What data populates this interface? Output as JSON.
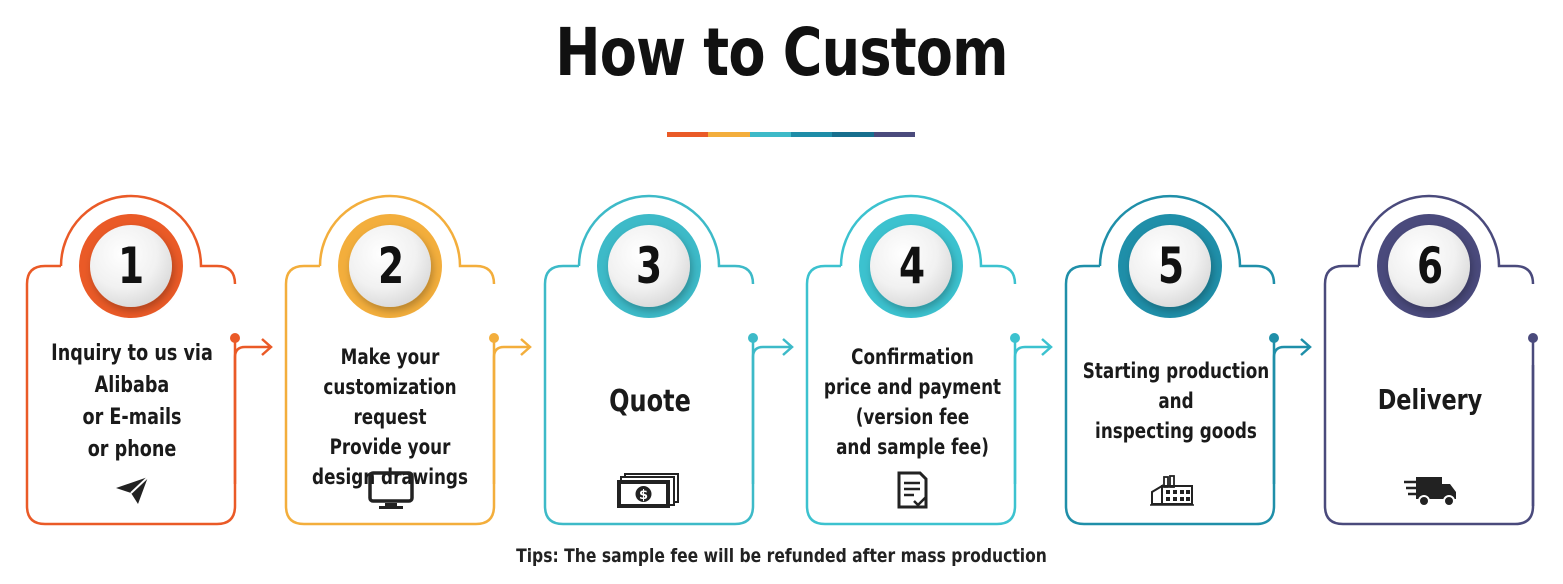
{
  "title": "How to Custom",
  "underline_colors": [
    "#ea5a27",
    "#f3ae3c",
    "#3dbac8",
    "#1e8da8",
    "#176f8e",
    "#4a4a7c"
  ],
  "steps": [
    {
      "number": "1",
      "text": "Inquiry to us via\nAlibaba\nor E-mails\nor phone",
      "color": "#ea5a27",
      "icon": "paper-plane-icon"
    },
    {
      "number": "2",
      "text": "Make your\ncustomization request\nProvide your\ndesign drawings",
      "color": "#f3ae3c",
      "icon": "monitor-icon"
    },
    {
      "number": "3",
      "text": "Quote",
      "color": "#3dbac8",
      "icon": "money-icon"
    },
    {
      "number": "4",
      "text": "Confirmation\nprice and payment\n(version fee\nand sample fee)",
      "color": "#3cc2cf",
      "icon": "document-check-icon"
    },
    {
      "number": "5",
      "text": "Starting production\nand\ninspecting goods",
      "color": "#1f8fa9",
      "icon": "factory-icon"
    },
    {
      "number": "6",
      "text": "Delivery",
      "color": "#4a4a7c",
      "icon": "delivery-truck-icon"
    }
  ],
  "tips": "Tips: The sample fee will be refunded after mass production"
}
